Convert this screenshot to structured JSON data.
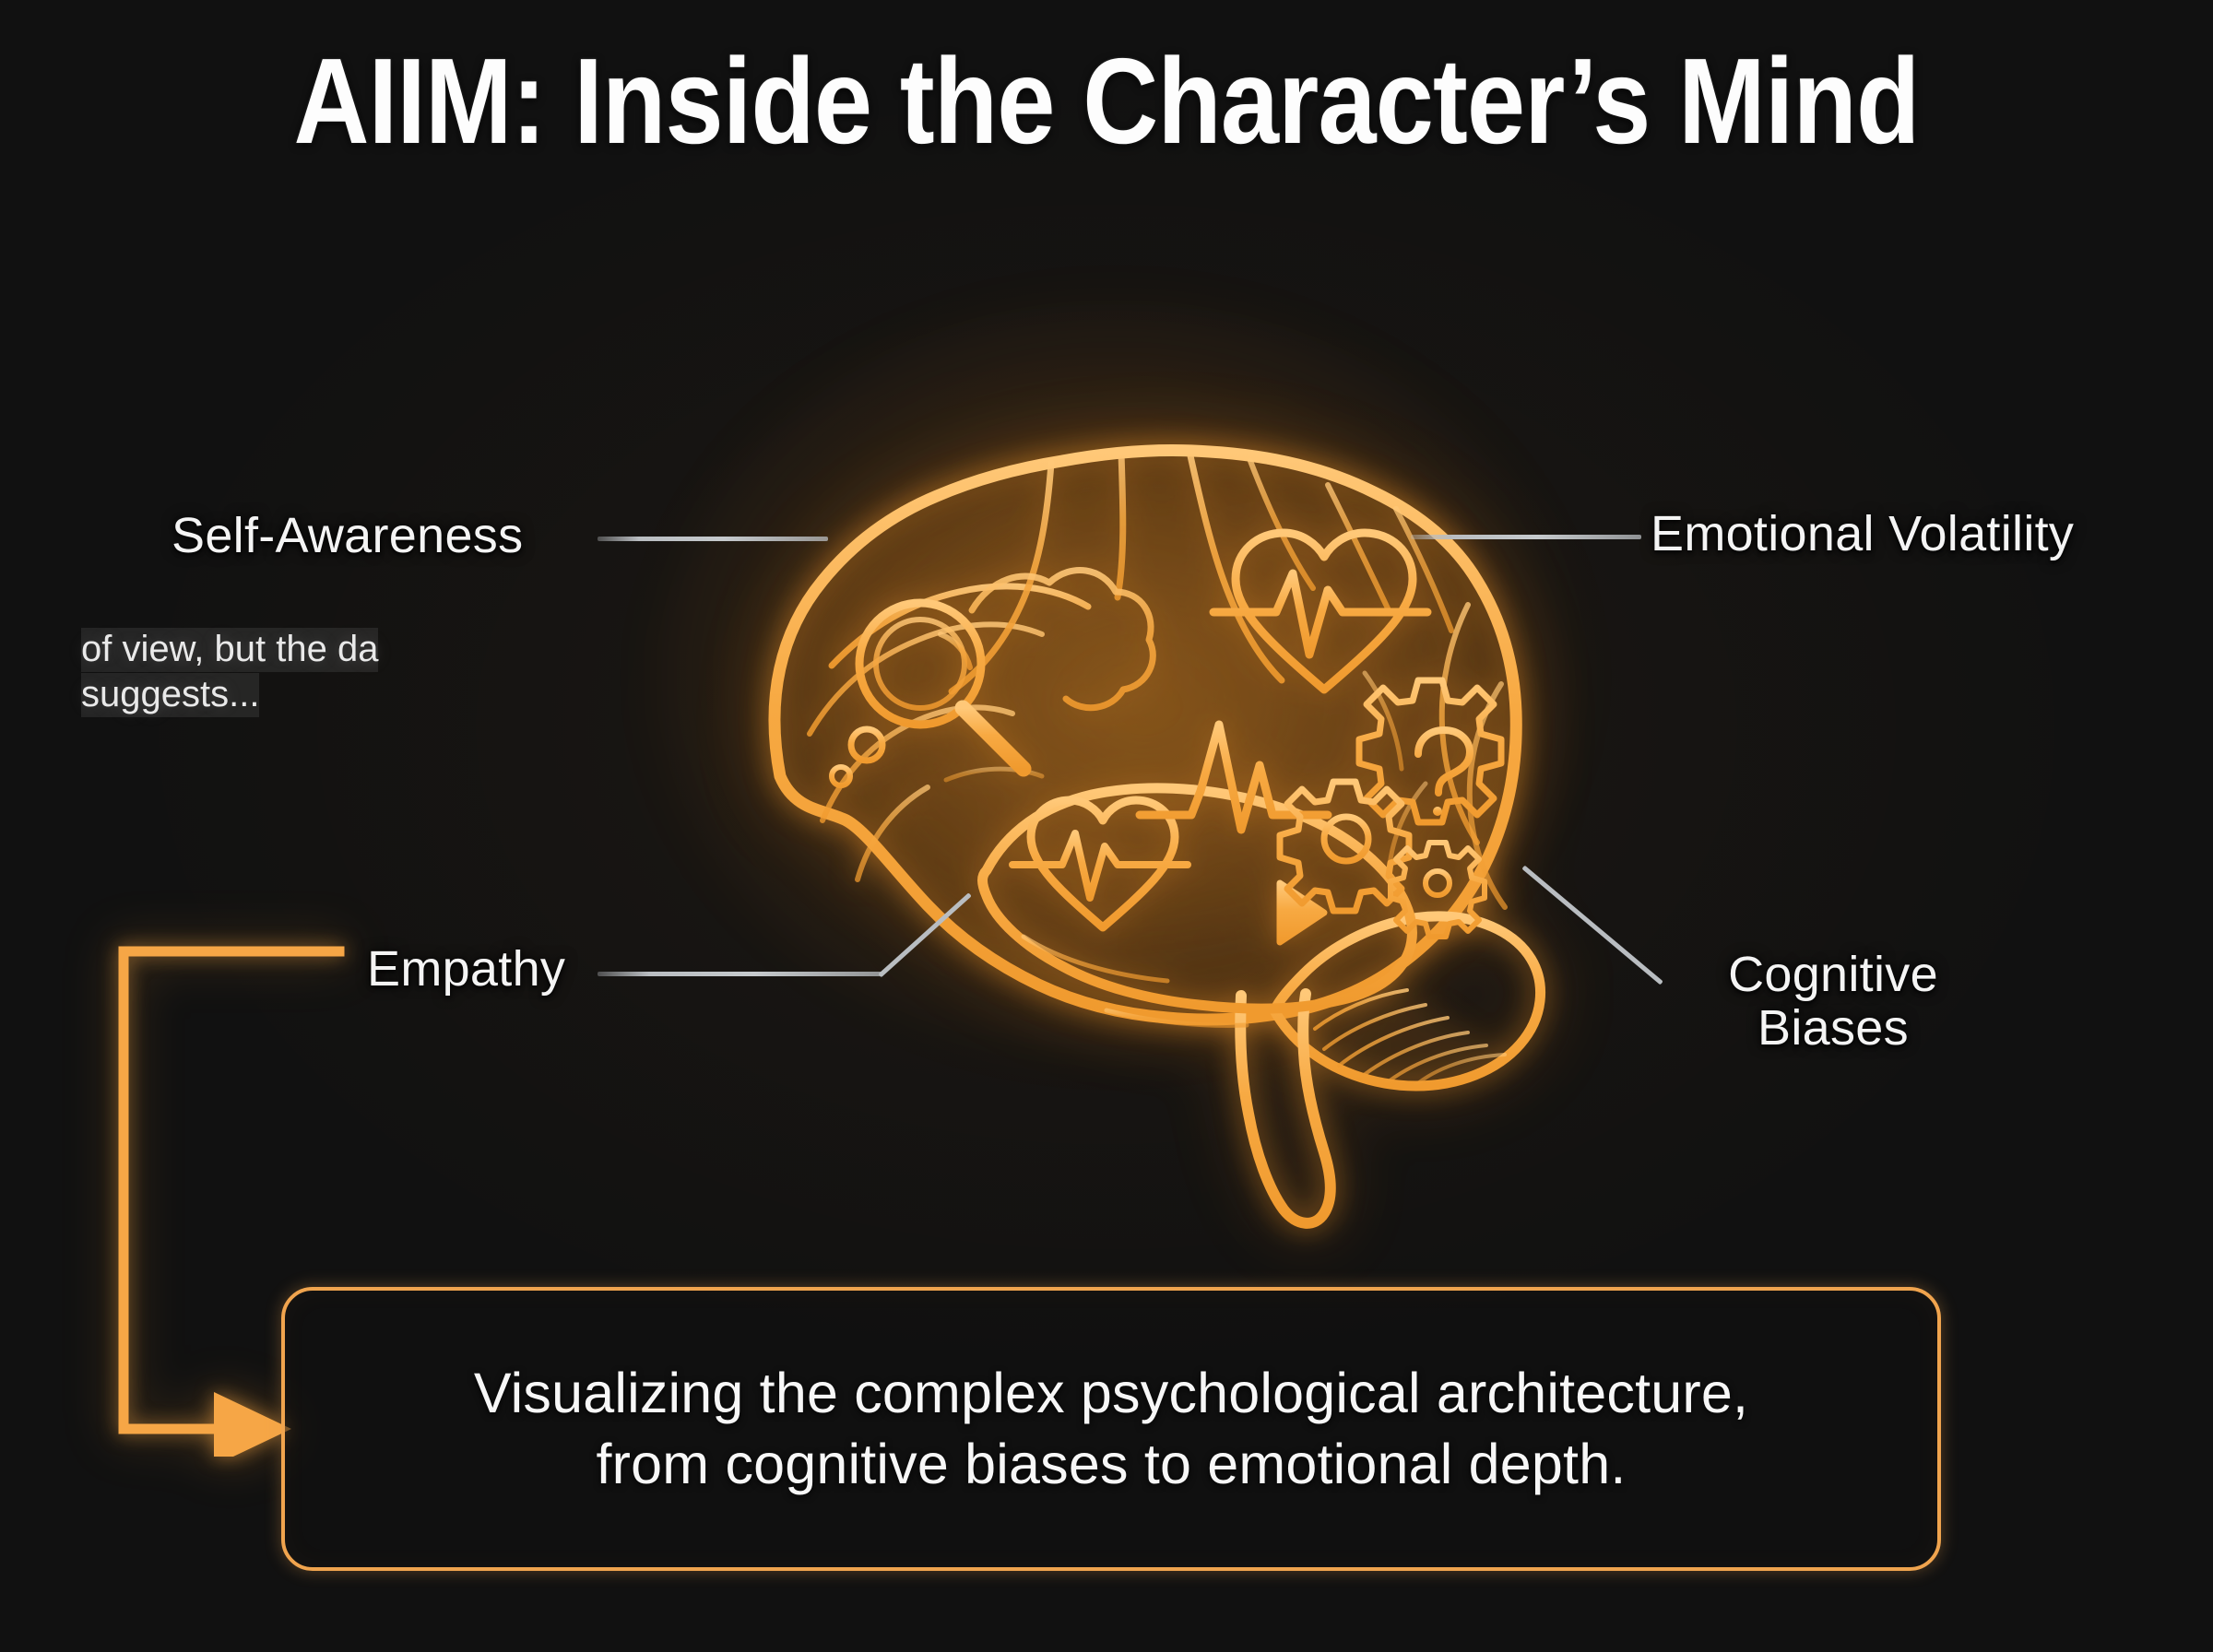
{
  "title": "AIIM: Inside the Character’s Mind",
  "colors": {
    "background": "#111111",
    "brain_neon": "#f5a83e",
    "brain_glow": "#ff9c20",
    "label_text": "#f4f4f4",
    "connector_line": "#b9bdc1",
    "caption_border": "#f0a44e",
    "elbow_arrow": "#f6a646"
  },
  "labels": {
    "self_awareness": "Self-Awareness",
    "emotional_volatility": "Emotional Volatility",
    "empathy": "Empathy",
    "cognitive_biases_line1": "Cognitive",
    "cognitive_biases_line2": "Biases"
  },
  "overflow_snippet": {
    "line1": "of view, but the da",
    "line2": "suggests..."
  },
  "caption": {
    "line1": "Visualizing the complex psychological architecture,",
    "line2": "from cognitive biases to emotional depth."
  },
  "brain_icons": [
    {
      "name": "magnifier-icon",
      "meaning": "Self-Awareness"
    },
    {
      "name": "heart-pulse-icon",
      "meaning": "Emotional Volatility"
    },
    {
      "name": "heart-pulse-icon",
      "meaning": "Empathy"
    },
    {
      "name": "ecg-waveform-icon",
      "meaning": "signal"
    },
    {
      "name": "arrow-right-icon",
      "meaning": "flow"
    },
    {
      "name": "gears-question-icon",
      "meaning": "Cognitive Biases"
    }
  ]
}
